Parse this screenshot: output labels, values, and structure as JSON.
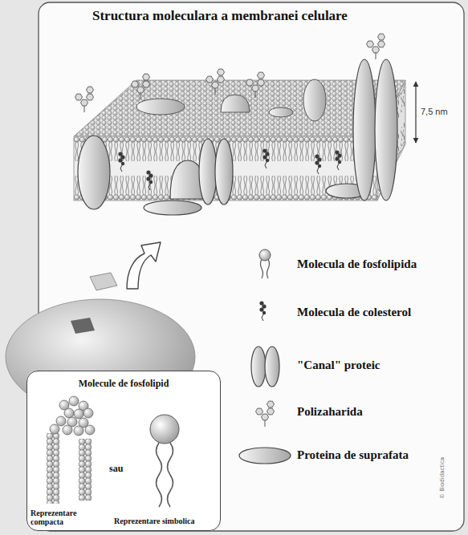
{
  "diagram": {
    "title": "Structura moleculara a membranei celulare",
    "nodes": [
      {
        "text": [
          "Molecule de fosfolipid"
        ]
      }
    ],
    "labels": [
      "7,5 nm",
      "sau",
      "Reprezentare compacta",
      "Reprezentare simbolica",
      "© Biodidactica"
    ],
    "legend": [
      {
        "text": "Molecula de fosfolipida"
      },
      {
        "text": "Molecula de colesterol"
      },
      {
        "text": "\"Canal\" proteic"
      },
      {
        "text": "Polizaharida"
      },
      {
        "text": "Proteina de suprafata"
      }
    ]
  }
}
